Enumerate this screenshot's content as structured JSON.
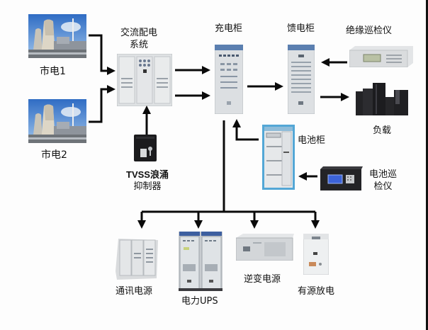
{
  "title": "直流电源系统结构示意图",
  "nodes": {
    "grid1": {
      "label": "市电1"
    },
    "grid2": {
      "label": "市电2"
    },
    "ac_dist": {
      "label_line1": "交流配电",
      "label_line2": "系统"
    },
    "tvss": {
      "label_line1": "TVSS浪涌",
      "label_line2": "抑制器"
    },
    "charger": {
      "label": "充电柜"
    },
    "feeder": {
      "label": "馈电柜"
    },
    "insulation_monitor": {
      "label": "绝缘巡检仪"
    },
    "load": {
      "label": "负载"
    },
    "battery_cabinet": {
      "label": "电池柜"
    },
    "battery_monitor": {
      "label_line1": "电池巡",
      "label_line2": "检仪"
    },
    "telecom_power": {
      "label": "通讯电源"
    },
    "power_ups": {
      "label": "电力UPS"
    },
    "inverter": {
      "label": "逆变电源"
    },
    "active_discharge": {
      "label": "有源放电"
    }
  },
  "connections": [
    {
      "from": "市电1",
      "to": "交流配电系统"
    },
    {
      "from": "市电2",
      "to": "交流配电系统"
    },
    {
      "from": "TVSS浪涌抑制器",
      "to": "交流配电系统"
    },
    {
      "from": "交流配电系统",
      "to": "充电柜"
    },
    {
      "from": "交流配电系统",
      "to": "充电柜"
    },
    {
      "from": "充电柜",
      "to": "馈电柜"
    },
    {
      "from": "绝缘巡检仪",
      "to": "馈电柜"
    },
    {
      "from": "馈电柜",
      "to": "负载"
    },
    {
      "from": "电池柜",
      "to": "充电柜"
    },
    {
      "from": "电池巡检仪",
      "to": "电池柜"
    },
    {
      "from": "充电柜",
      "to": "通讯电源"
    },
    {
      "from": "充电柜",
      "to": "电力UPS"
    },
    {
      "from": "充电柜",
      "to": "逆变电源"
    },
    {
      "from": "充电柜",
      "to": "有源放电"
    }
  ],
  "colors": {
    "line": "#0a0a0a",
    "background": "#fdfdfd",
    "cabinet": "#d9dcdf",
    "cabinet_top": "#5b7fb0",
    "dark_equipment": "#1f1f22",
    "sky": "#4a86d0"
  }
}
